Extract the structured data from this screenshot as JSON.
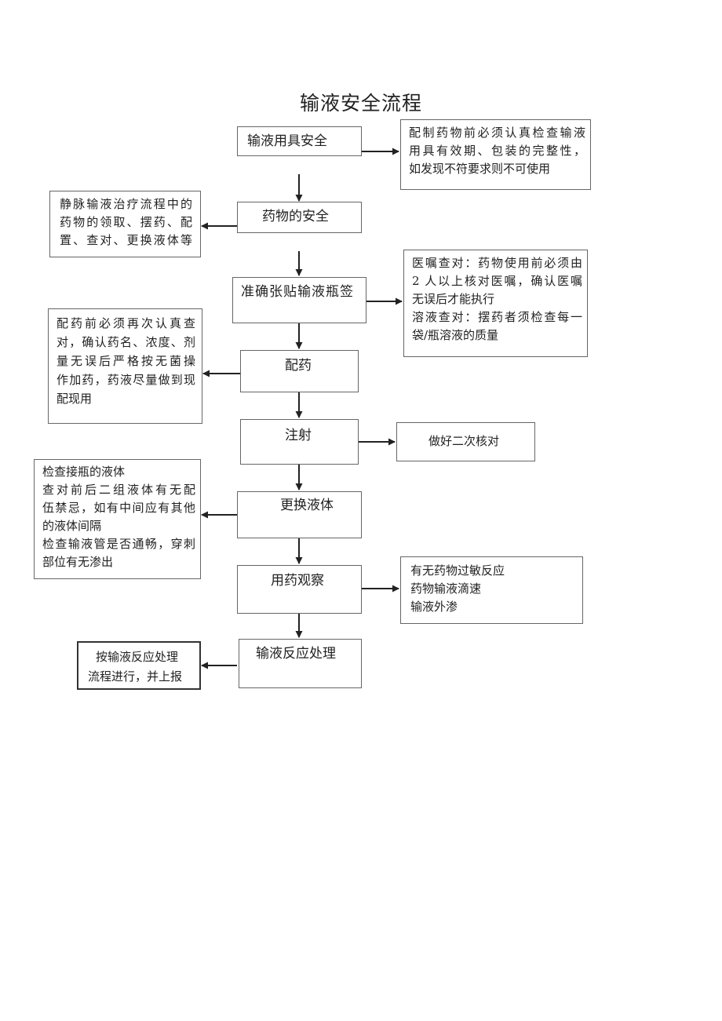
{
  "title": "输液安全流程",
  "main_steps": [
    "输液用具安全",
    "药物的安全",
    "准确张贴输液瓶签",
    "配药",
    "注射",
    "更换液体",
    "用药观察",
    "输液反应处理"
  ],
  "notes": {
    "equipment": [
      "配制药物前必须认真检查输液",
      "用具有效期、包装的完整性，",
      "如发现不符要求则不可使用"
    ],
    "drug_safety": [
      "静脉输液治疗流程中的",
      "药物的领取、摆药、配",
      "置、查对、更换液体等"
    ],
    "label": [
      "医嘱查对：药物使用前必须由",
      "2 人以上核对医嘱，确认医嘱",
      "无误后才能执行",
      "溶液查对：摆药者须检查每一",
      "袋/瓶溶液的质量"
    ],
    "dispense": [
      "配药前必须再次认真查",
      "对，确认药名、浓度、剂",
      "量无误后严格按无菌操",
      "作加药，药液尽量做到现",
      "配现用"
    ],
    "inject": "做好二次核对",
    "change": [
      "检查接瓶的液体",
      "查对前后二组液体有无配",
      "伍禁忌，如有中间应有其他",
      "的液体间隔",
      "检查输液管是否通畅，穿刺",
      "部位有无渗出"
    ],
    "observe": [
      "有无药物过敏反应",
      "药物输液滴速",
      "输液外渗"
    ],
    "reaction": [
      "按输液反应处理",
      "流程进行，并上报"
    ]
  }
}
